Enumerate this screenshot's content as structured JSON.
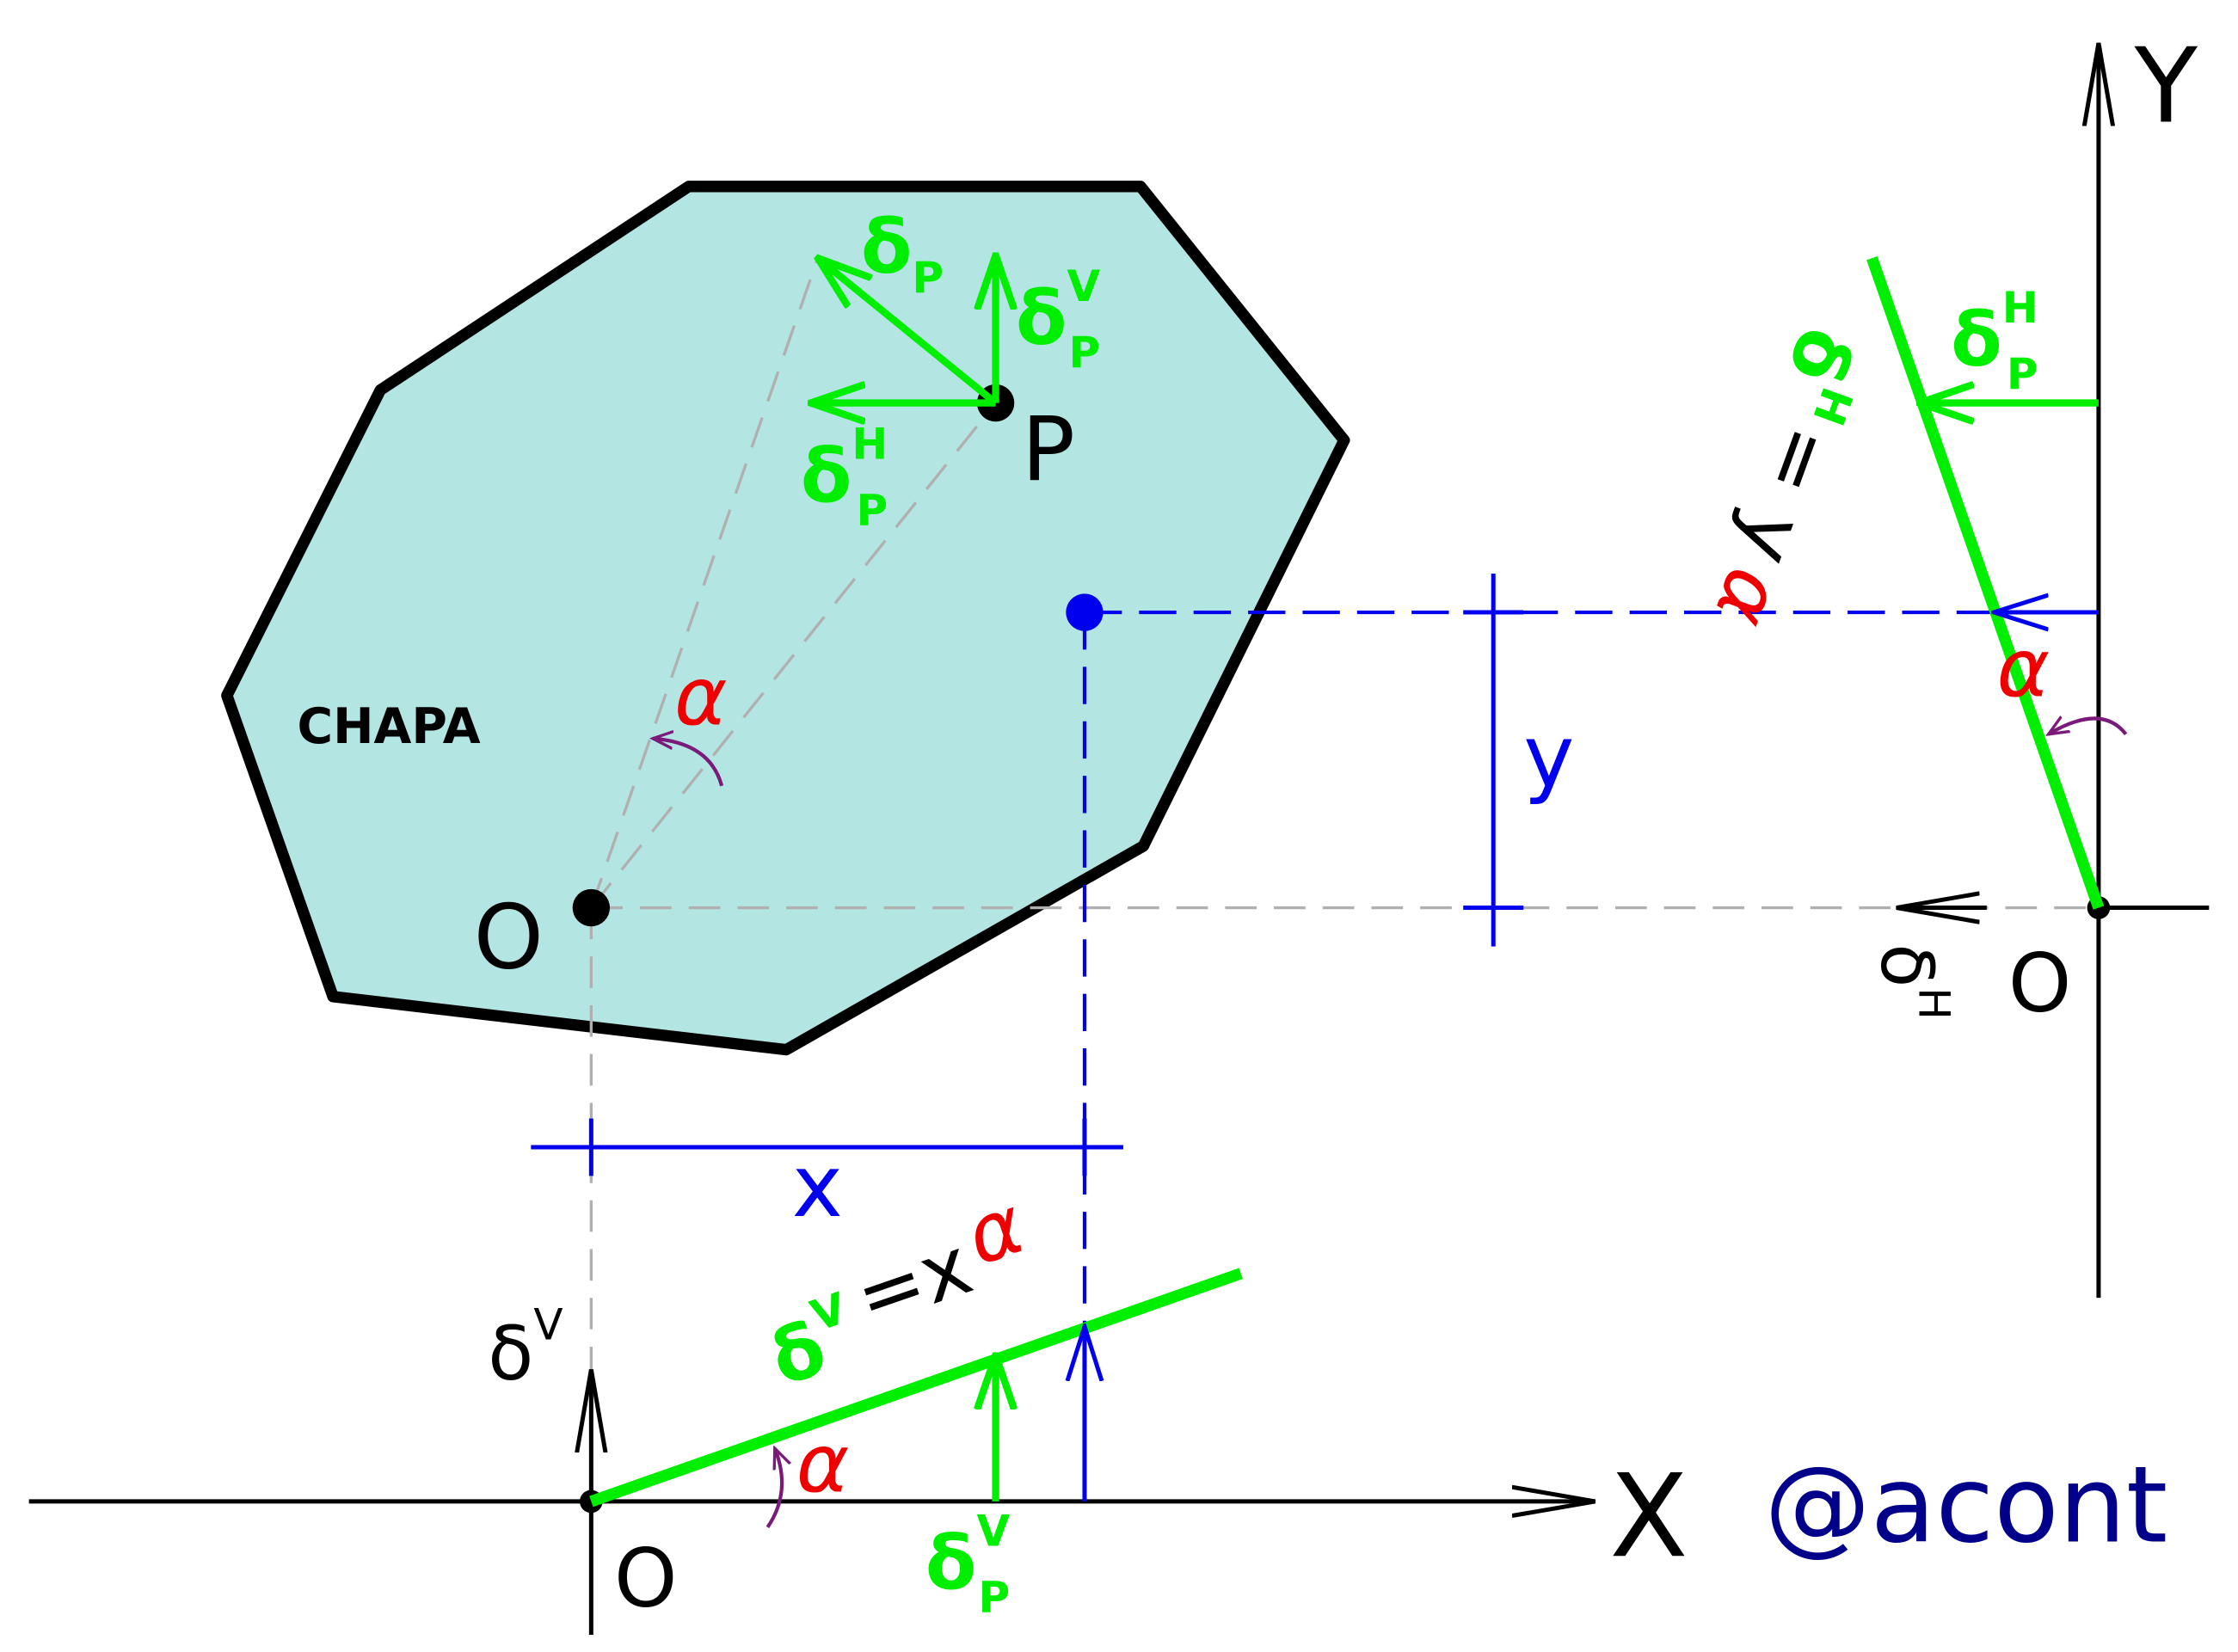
{
  "colors": {
    "plate_fill": "#b3e5e3",
    "plate_edge": "#000000",
    "green": "#00ee00",
    "blue": "#0000ee",
    "red": "#ee0000",
    "purple": "#7a1a7a",
    "gray": "#b0b0b0",
    "brand": "#00008b"
  },
  "labels": {
    "axis_y": "Y",
    "axis_x": "X",
    "point_p": "P",
    "origin_plate": "O",
    "origin_x_axis": "O",
    "origin_y_axis": "O",
    "plate": "CHAPA",
    "dim_x": "x",
    "dim_y": "y",
    "watermark": "@acont",
    "alpha": "α",
    "delta": "δ",
    "sup_v": "V",
    "sup_h": "H",
    "sub_p": "P",
    "eq_v": "=x",
    "eq_h": "= y"
  }
}
